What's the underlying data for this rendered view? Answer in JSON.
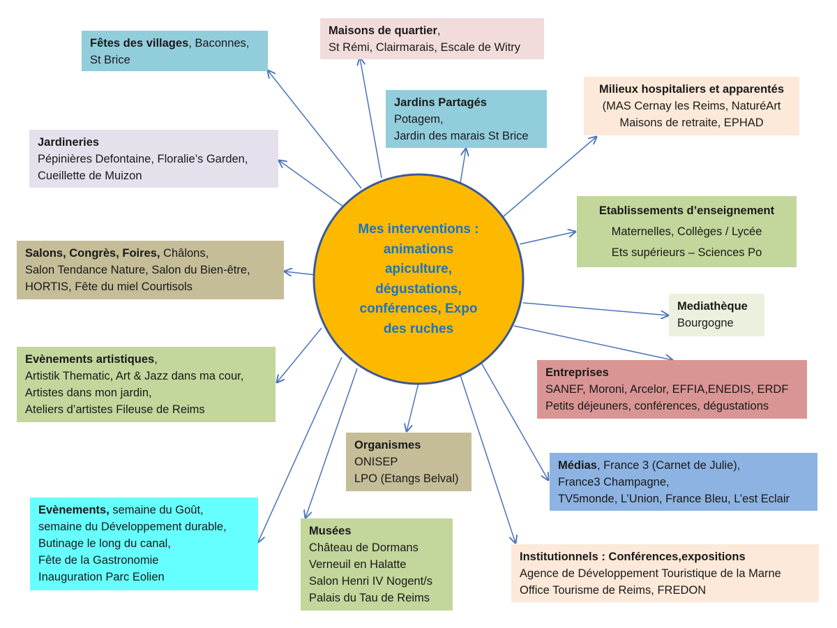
{
  "center": {
    "lines": [
      "Mes interventions :",
      "animations",
      "apiculture,",
      "dégustations,",
      "conférences, Expo",
      "des ruches"
    ],
    "fill": "#fcb900",
    "stroke": "#3b5998",
    "text_color": "#1e73be"
  },
  "arrow_color": "#4a73b8",
  "boxes": [
    {
      "id": "fetes",
      "color": "#92cddc",
      "lines": [
        {
          "bold": "Fêtes des villages",
          "text": ", Baconnes,"
        },
        {
          "bold": "",
          "text": "St Brice"
        }
      ]
    },
    {
      "id": "maisons",
      "color": "#f2dcdb",
      "lines": [
        {
          "bold": "Maisons de quartier",
          "text": ","
        },
        {
          "bold": "",
          "text": "St Rémi, Clairmarais, Escale de Witry"
        }
      ]
    },
    {
      "id": "jardins",
      "color": "#92cddc",
      "lines": [
        {
          "bold": "Jardins Partagés",
          "text": ""
        },
        {
          "bold": "",
          "text": "Potagem,"
        },
        {
          "bold": "",
          "text": "Jardin des marais St Brice"
        }
      ]
    },
    {
      "id": "milieux",
      "color": "#fde9d9",
      "lines": [
        {
          "bold": "Milieux hospitaliers et apparentés",
          "text": ""
        },
        {
          "bold": "",
          "text": "(MAS Cernay les Reims, NaturéArt"
        },
        {
          "bold": "",
          "text": "Maisons de retraite, EPHAD"
        }
      ]
    },
    {
      "id": "jardineries",
      "color": "#e5e0ec",
      "lines": [
        {
          "bold": "Jardineries",
          "text": ""
        },
        {
          "bold": "",
          "text": "Pépinières Defontaine, Floralie’s Garden,"
        },
        {
          "bold": "",
          "text": "Cueillette de Muizon"
        }
      ]
    },
    {
      "id": "etablissements",
      "color": "#c3d69b",
      "lines": [
        {
          "bold": "Etablissements d’enseignement",
          "text": ""
        },
        {
          "bold": "",
          "text": "Maternelles, Collèges / Lycée"
        },
        {
          "bold": "",
          "text": "Ets supérieurs – Sciences Po"
        }
      ]
    },
    {
      "id": "salons",
      "color": "#c4bd97",
      "lines": [
        {
          "bold": "Salons, Congrès, Foires,",
          "text": " Châlons,"
        },
        {
          "bold": "",
          "text": "Salon Tendance Nature, Salon du Bien-être,"
        },
        {
          "bold": "",
          "text": "HORTIS, Fête du miel Courtisols"
        }
      ]
    },
    {
      "id": "mediatheque",
      "color": "#ebf1de",
      "lines": [
        {
          "bold": "Mediathèque",
          "text": ""
        },
        {
          "bold": "",
          "text": "Bourgogne"
        }
      ]
    },
    {
      "id": "artistiques",
      "color": "#c3d69b",
      "lines": [
        {
          "bold": "Evènements artistiques",
          "text": ","
        },
        {
          "bold": "",
          "text": "Artistik Thematic, Art & Jazz dans ma cour,"
        },
        {
          "bold": "",
          "text": "Artistes dans mon jardin,"
        },
        {
          "bold": "",
          "text": "Ateliers d’artistes Fileuse de Reims"
        }
      ]
    },
    {
      "id": "entreprises",
      "color": "#d99594",
      "lines": [
        {
          "bold": "Entreprises",
          "text": ""
        },
        {
          "bold": "",
          "text": "SANEF, Moroni, Arcelor, EFFIA,ENEDIS, ERDF"
        },
        {
          "bold": "",
          "text": "Petits déjeuners, conférences, dégustations"
        }
      ]
    },
    {
      "id": "organismes",
      "color": "#c4bd97",
      "lines": [
        {
          "bold": "Organismes",
          "text": ""
        },
        {
          "bold": "",
          "text": "ONISEP"
        },
        {
          "bold": "",
          "text": "LPO (Etangs Belval)"
        }
      ]
    },
    {
      "id": "medias",
      "color": "#8db3e2",
      "lines": [
        {
          "bold": "Médias",
          "text": ", France 3 (Carnet de Julie),"
        },
        {
          "bold": "",
          "text": "France3 Champagne,"
        },
        {
          "bold": "",
          "text": "TV5monde, L’Union, France Bleu, L’est Eclair"
        }
      ]
    },
    {
      "id": "evenements",
      "color": "#66ffff",
      "lines": [
        {
          "bold": "Evènements,",
          "text": " semaine du Goût,"
        },
        {
          "bold": "",
          "text": "semaine du Développement durable,"
        },
        {
          "bold": "",
          "text": "Butinage le long du canal,"
        },
        {
          "bold": "",
          "text": "Fête de la Gastronomie"
        },
        {
          "bold": "",
          "text": "Inauguration Parc Eolien"
        }
      ]
    },
    {
      "id": "musees",
      "color": "#c3d69b",
      "lines": [
        {
          "bold": "Musées",
          "text": ""
        },
        {
          "bold": "",
          "text": "Château de Dormans"
        },
        {
          "bold": "",
          "text": "Verneuil en Halatte"
        },
        {
          "bold": "",
          "text": "Salon Henri IV Nogent/s"
        },
        {
          "bold": "",
          "text": "Palais du Tau de Reims"
        }
      ]
    },
    {
      "id": "institutionnels",
      "color": "#fde9d9",
      "lines": [
        {
          "bold": "Institutionnels : Conférences,expositions",
          "text": ""
        },
        {
          "bold": "",
          "text": " Agence de Développement Touristique de la Marne"
        },
        {
          "bold": "",
          "text": "Office Tourisme de Reims, FREDON"
        }
      ]
    }
  ]
}
